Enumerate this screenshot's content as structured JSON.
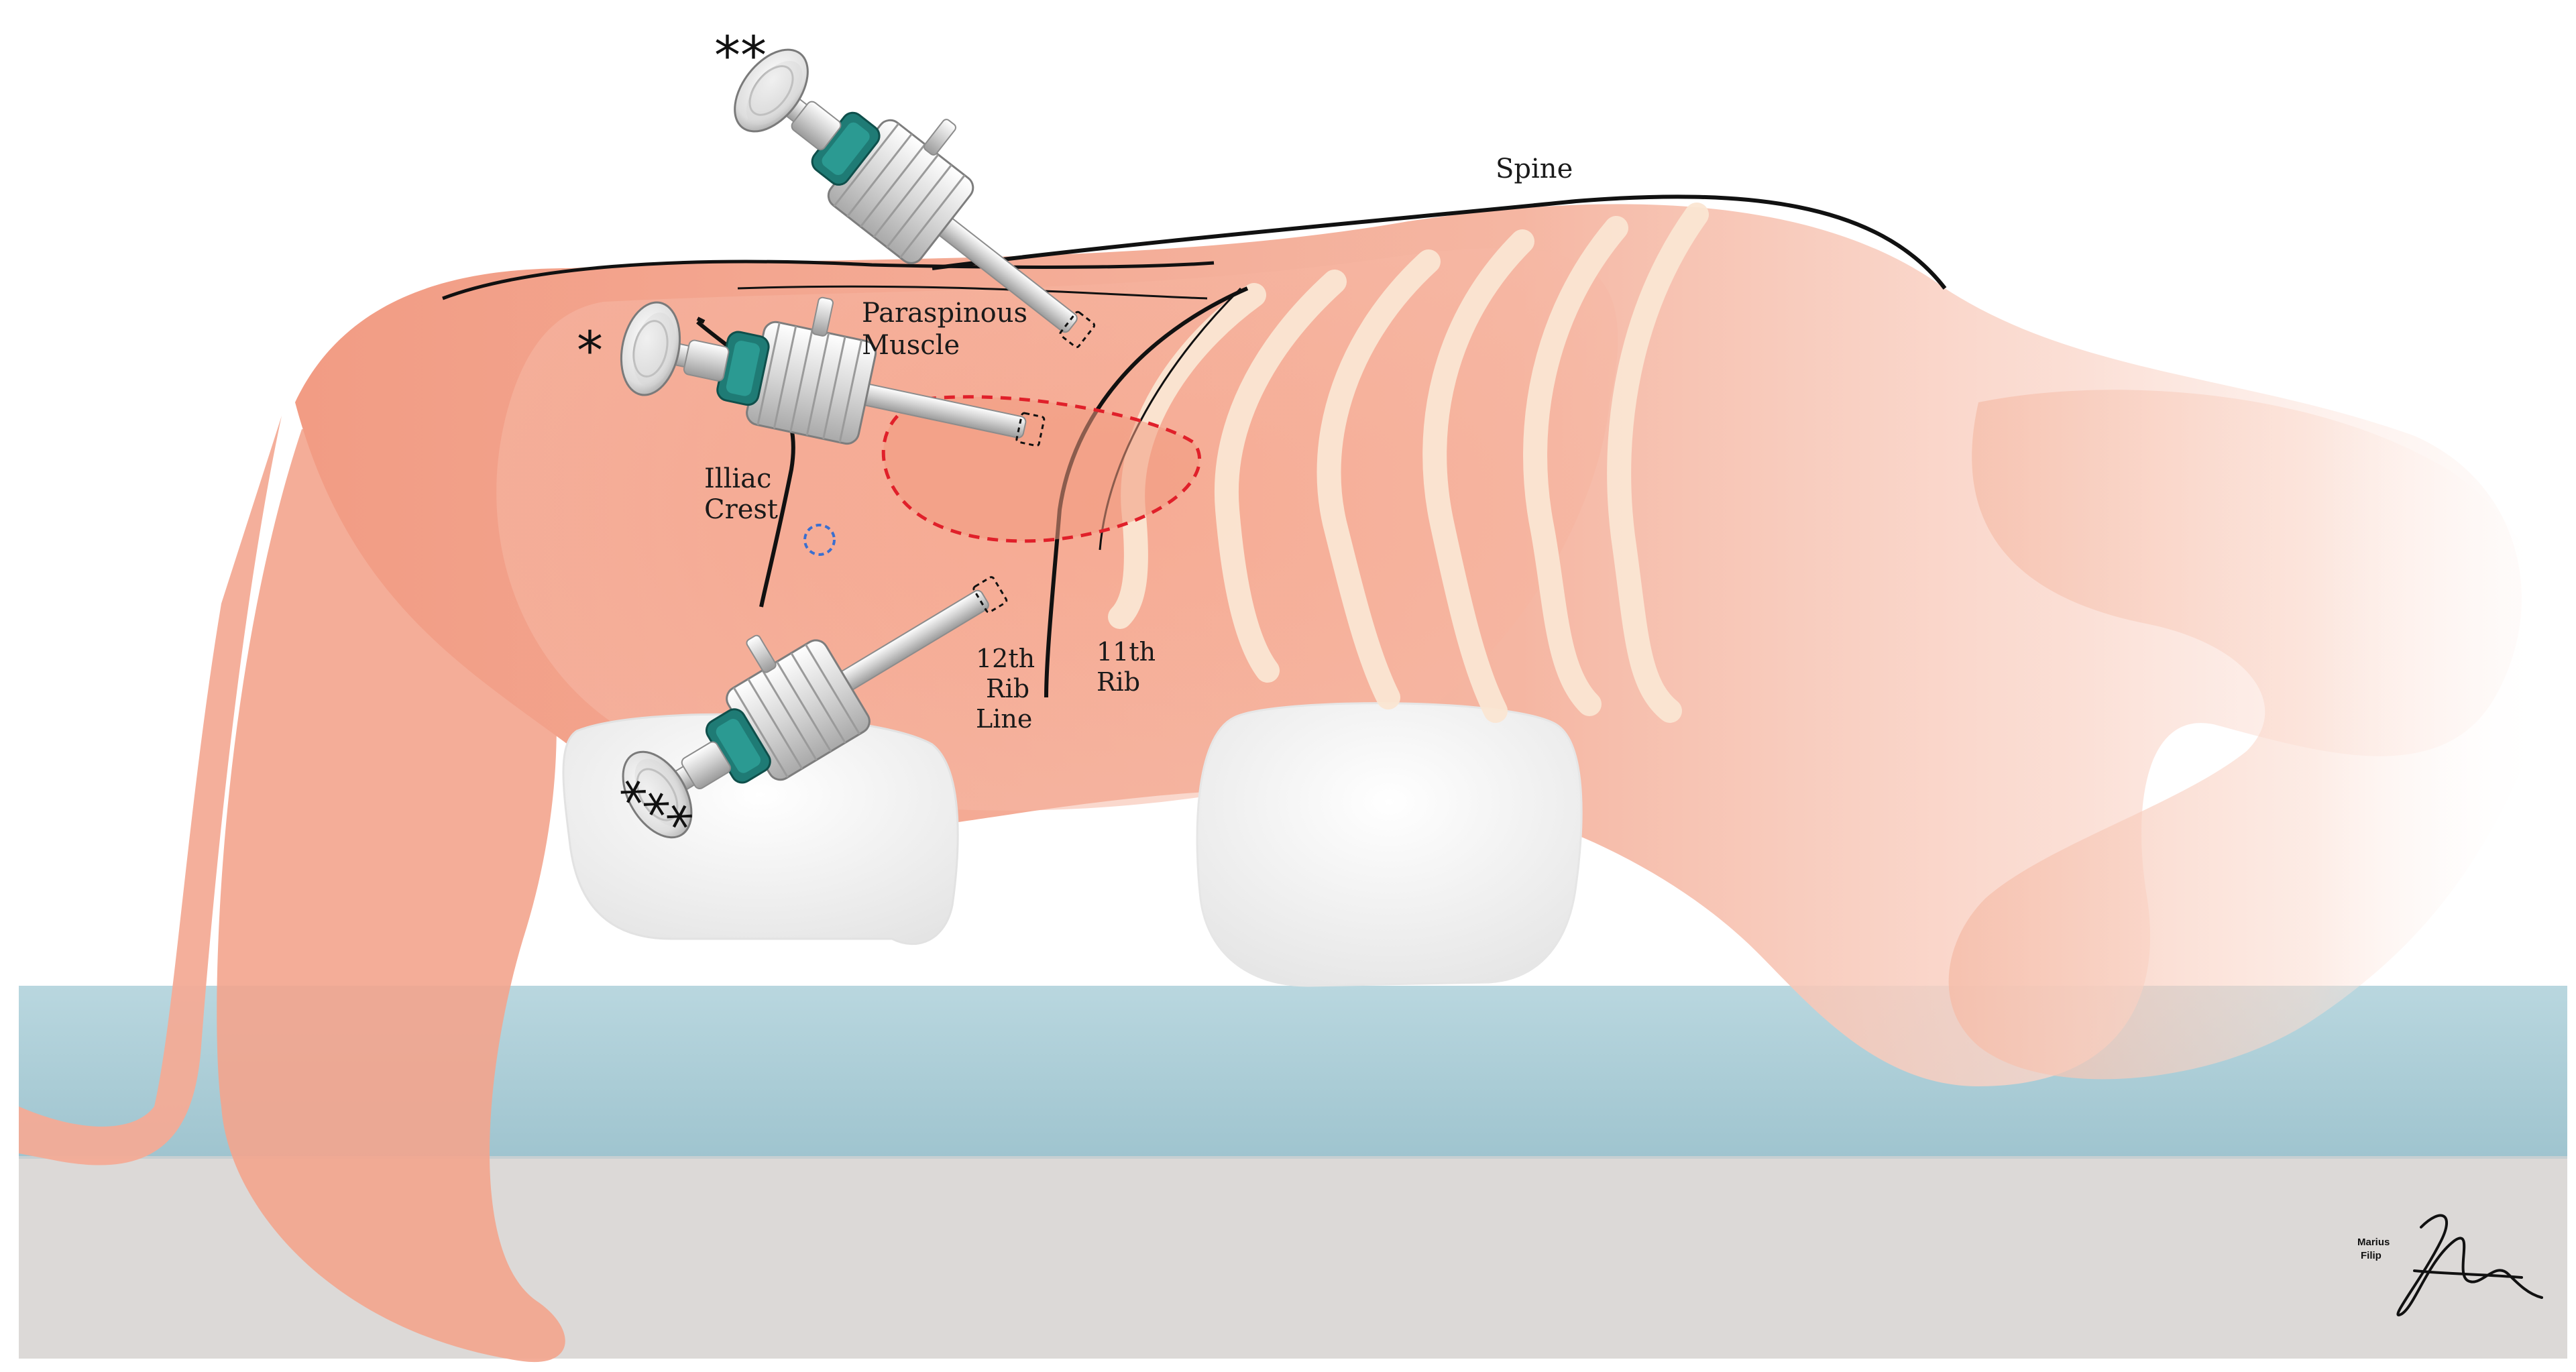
{
  "labels": {
    "spine": "Spine",
    "paraspinous_line1": "Paraspinous",
    "paraspinous_line2": "Muscle",
    "illiac_line1": "Illiac",
    "illiac_line2": "Crest",
    "rib12_line1": "12th",
    "rib12_line2": "Rib",
    "rib12_line3": "Line",
    "rib11_line1": "11th",
    "rib11_line2": "Rib"
  },
  "markers": {
    "single": "*",
    "double": "**",
    "triple": "***"
  },
  "signature": {
    "line1": "Marius",
    "line2": "Filip"
  },
  "colors": {
    "skin": "#f2a58d",
    "skin_light": "#f8c9b8",
    "ribs": "#fbe8d6",
    "table_blue": "#a8cbd6",
    "table_gray": "#dcd9d7",
    "cushion": "#f2f2f2",
    "trocar_teal": "#1f7b75",
    "target_outline": "#e0202a",
    "small_circle": "#3a6fd0"
  }
}
